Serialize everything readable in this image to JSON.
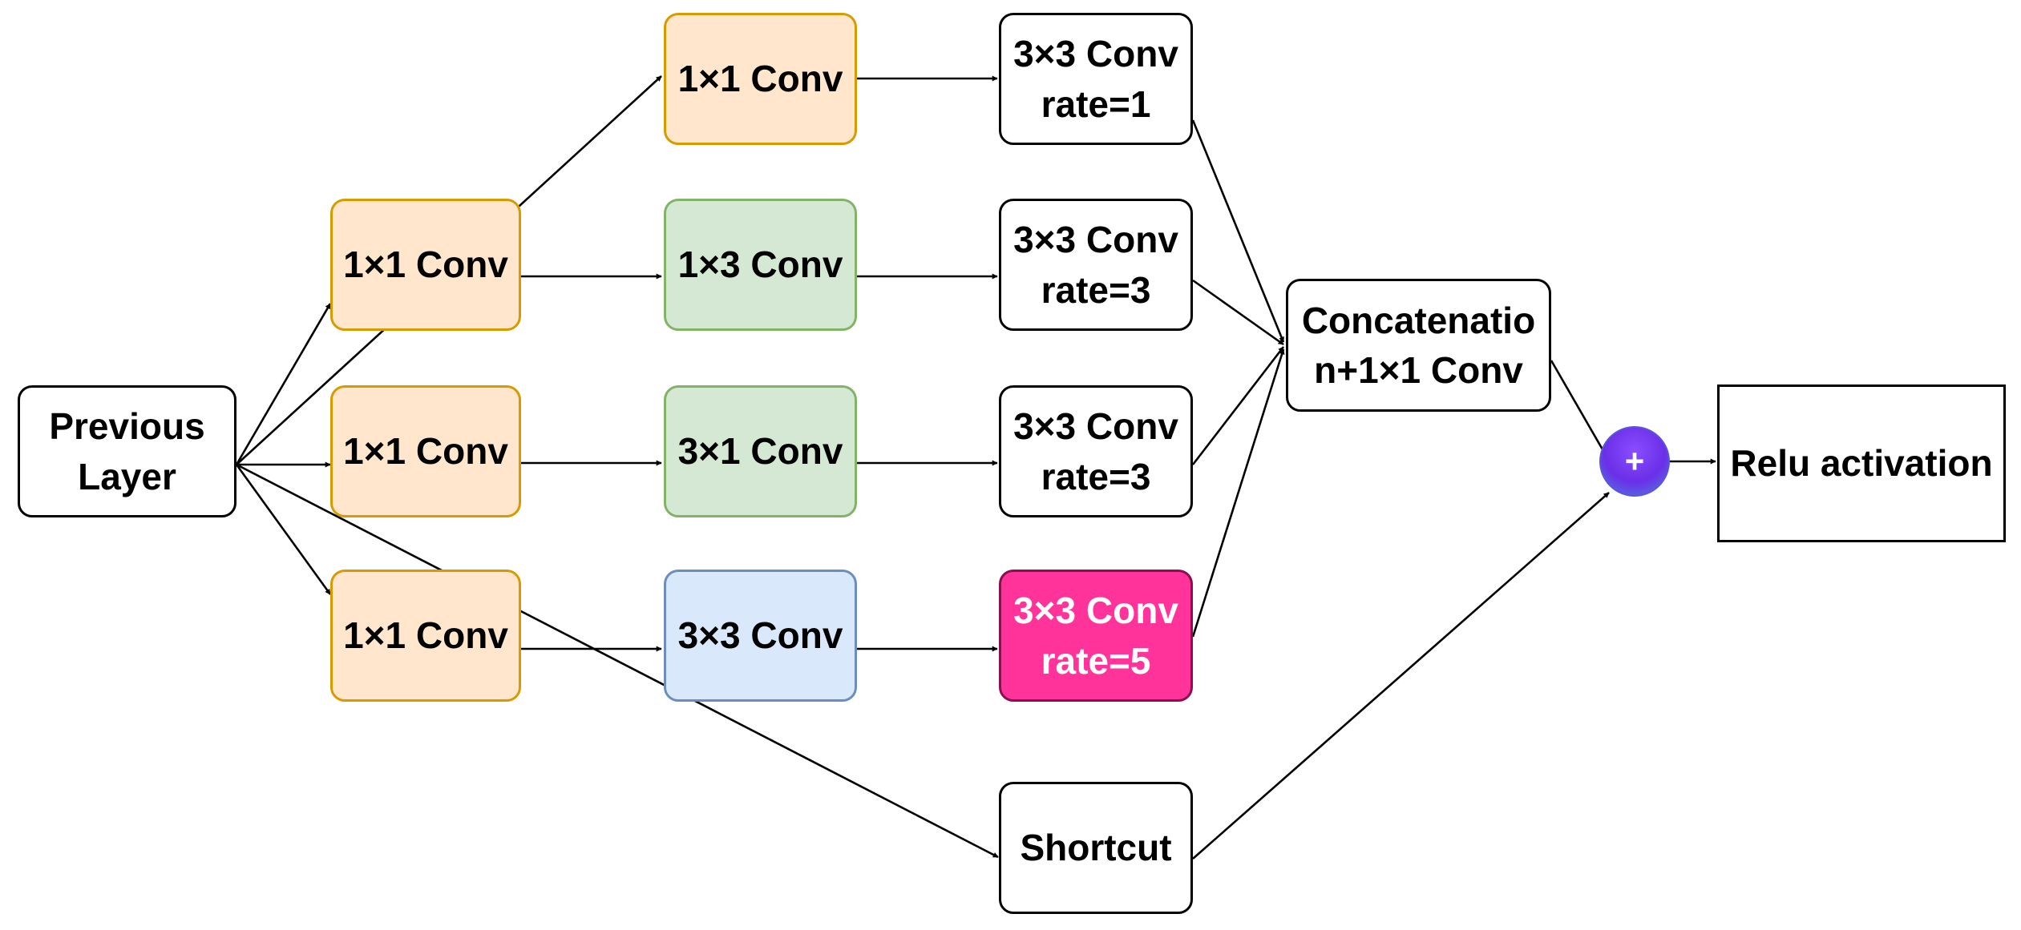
{
  "nodes": {
    "previous_layer": [
      "Previous",
      "Layer"
    ],
    "b1_conv1x1": "1×1 Conv",
    "b2_conv1x1": "1×1 Conv",
    "b3_conv1x1": "1×1 Conv",
    "b4_conv1x1": "1×1 Conv",
    "b2_conv1x3": "1×3 Conv",
    "b3_conv3x1": "3×1 Conv",
    "b4_conv3x3": "3×3 Conv",
    "dil_rate1": [
      "3×3 Conv",
      "rate=1"
    ],
    "dil_rate3a": [
      "3×3 Conv",
      "rate=3"
    ],
    "dil_rate3b": [
      "3×3 Conv",
      "rate=3"
    ],
    "dil_rate5": [
      "3×3 Conv",
      "rate=5"
    ],
    "shortcut": "Shortcut",
    "concat": [
      "Concatenatio",
      "n+1×1 Conv"
    ],
    "add": "+",
    "relu": "Relu activation"
  },
  "colors": {
    "orange_fill": "#ffe6cc",
    "green_fill": "#d5e8d4",
    "blue_fill": "#dae8fc",
    "pink_fill": "#ff3399",
    "add_fill": "#6b2fe8"
  },
  "edges": [
    [
      "previous_layer",
      "b1_conv1x1"
    ],
    [
      "previous_layer",
      "b2_conv1x1"
    ],
    [
      "previous_layer",
      "b3_conv1x1"
    ],
    [
      "previous_layer",
      "b4_conv1x1"
    ],
    [
      "previous_layer",
      "shortcut"
    ],
    [
      "b1_conv1x1",
      "dil_rate1"
    ],
    [
      "b2_conv1x1",
      "b2_conv1x3"
    ],
    [
      "b2_conv1x3",
      "dil_rate3a"
    ],
    [
      "b3_conv1x1",
      "b3_conv3x1"
    ],
    [
      "b3_conv3x1",
      "dil_rate3b"
    ],
    [
      "b4_conv1x1",
      "b4_conv3x3"
    ],
    [
      "b4_conv3x3",
      "dil_rate5"
    ],
    [
      "dil_rate1",
      "concat"
    ],
    [
      "dil_rate3a",
      "concat"
    ],
    [
      "dil_rate3b",
      "concat"
    ],
    [
      "dil_rate5",
      "concat"
    ],
    [
      "concat",
      "add"
    ],
    [
      "shortcut",
      "add"
    ],
    [
      "add",
      "relu"
    ]
  ]
}
